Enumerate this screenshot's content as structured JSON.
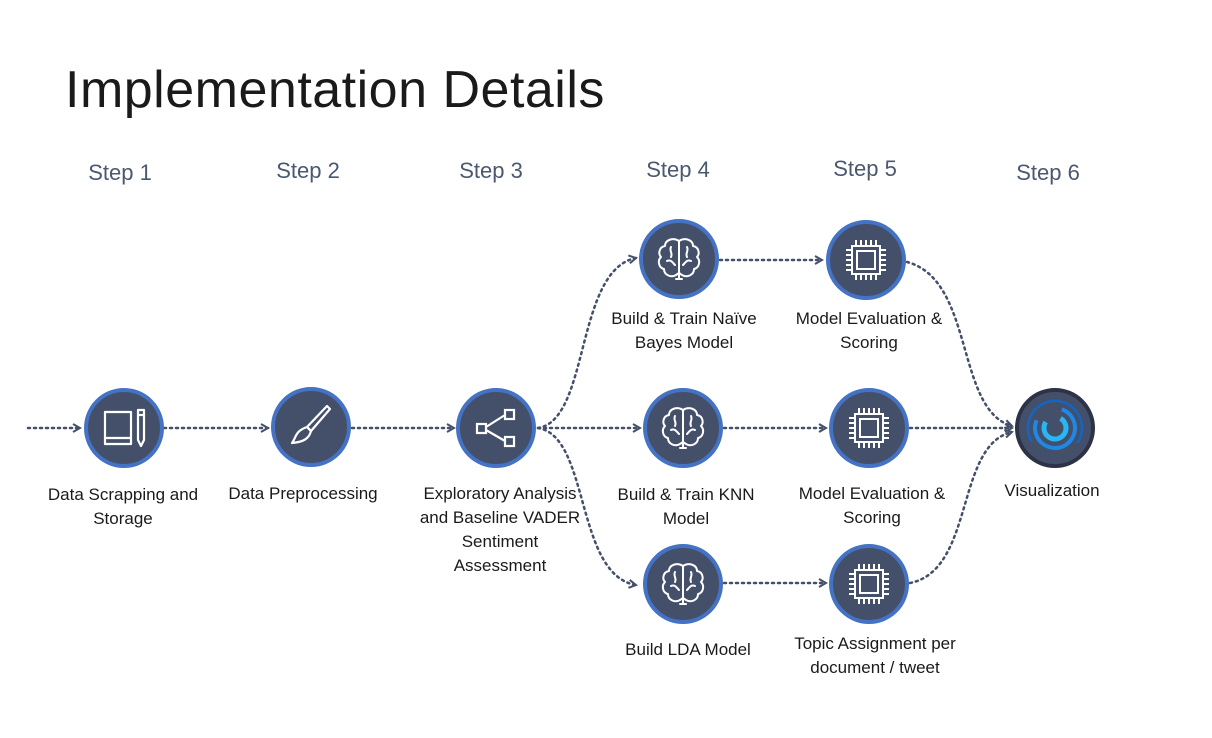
{
  "title": "Implementation Details",
  "steps": [
    "Step 1",
    "Step 2",
    "Step 3",
    "Step 4",
    "Step 5",
    "Step 6"
  ],
  "nodes": {
    "scrape": [
      "Data Scrapping and",
      "Storage"
    ],
    "preprocess": [
      "Data Preprocessing"
    ],
    "explore": [
      "Exploratory Analysis",
      "and Baseline VADER",
      "Sentiment",
      "Assessment"
    ],
    "nb": [
      "Build & Train Naïve",
      "Bayes Model"
    ],
    "knn": [
      "Build & Train KNN",
      "Model"
    ],
    "lda": [
      "Build LDA Model"
    ],
    "eval1": [
      "Model Evaluation &",
      "Scoring"
    ],
    "eval2": [
      "Model Evaluation &",
      "Scoring"
    ],
    "topic": [
      "Topic Assignment per",
      "document / tweet"
    ],
    "viz": [
      "Visualization"
    ]
  },
  "colors": {
    "node_fill": "#44506a",
    "node_border": "#4472c4",
    "accent": "#29b6f6",
    "connector": "#44506a"
  },
  "icons": {
    "scrape": "notebook-pencil-icon",
    "preprocess": "paintbrush-icon",
    "explore": "share-network-icon",
    "model": "brain-icon",
    "eval": "cpu-chip-icon",
    "viz": "donut-chart-icon"
  }
}
